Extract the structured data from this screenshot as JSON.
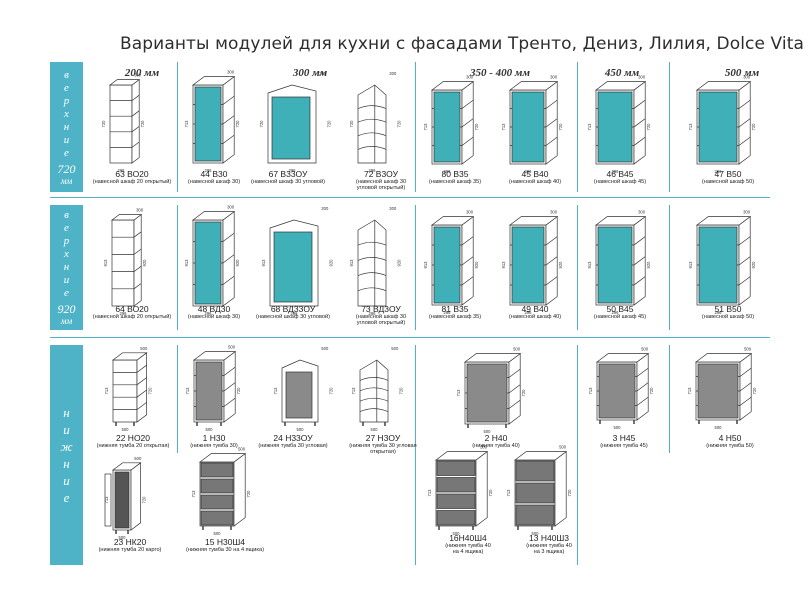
{
  "title": "Варианты модулей  для кухни с фасадами Тренто, Дениз, Лилия, Dolce Vita",
  "bands": {
    "upper720": {
      "letters": "в\nе\nр\nх\nн\nи\nе",
      "size": "720",
      "unit": "мм"
    },
    "upper920": {
      "letters": "в\nе\nр\nх\nн\nи\nе",
      "size": "920",
      "unit": "мм"
    },
    "lower": {
      "letters": "н\nи\nж\nн\nи\nе"
    }
  },
  "columns": [
    "200 мм",
    "300 мм",
    "350 - 400 мм",
    "450 мм",
    "500 мм"
  ],
  "items": {
    "i1": {
      "code": "63 ВО20",
      "desc": "(навесной шкаф 20 открытый)"
    },
    "i2": {
      "code": "44  В30",
      "desc": "(навесной шкаф 30)"
    },
    "i3": {
      "code": "67  В33ОУ",
      "desc": "(навесной шкаф 30 угловой)"
    },
    "i4": {
      "code": "72  В3ОУ",
      "desc": "(навесной шкаф 30\nугловой открытый)"
    },
    "i5": {
      "code": "80  В35",
      "desc": "(навесной шкаф 35)"
    },
    "i6": {
      "code": "45  В40",
      "desc": "(навесной шкаф 40)"
    },
    "i7": {
      "code": "46  В45",
      "desc": "(навесной шкаф 45)"
    },
    "i8": {
      "code": "47  В50",
      "desc": "(навесной шкаф 50)"
    },
    "i9": {
      "code": "64 ВО20",
      "desc": "(навесной шкаф 20 открытый)"
    },
    "i10": {
      "code": "48 ВД30",
      "desc": "(навесной шкаф 30)"
    },
    "i11": {
      "code": "68  ВД33ОУ",
      "desc": "(навесной шкаф 30 угловой)"
    },
    "i12": {
      "code": "73  ВД3ОУ",
      "desc": "(навесной шкаф 30\nугловой открытый)"
    },
    "i13": {
      "code": "81  В35",
      "desc": "(навесной шкаф 35)"
    },
    "i14": {
      "code": "49 В40",
      "desc": "(навесной шкаф 40)"
    },
    "i15": {
      "code": "50  В45",
      "desc": "(навесной шкаф 45)"
    },
    "i16": {
      "code": "51  В50",
      "desc": "(навесной шкаф 50)"
    },
    "i17": {
      "code": "22 НО20",
      "desc": "(нижняя тумба 20 открытая)"
    },
    "i18": {
      "code": "1 Н30",
      "desc": "(нижняя тумба 30)"
    },
    "i19": {
      "code": "24 Н33ОУ",
      "desc": "(нижняя тумба 30 угловая)"
    },
    "i20": {
      "code": "27 Н3ОУ",
      "desc": "(нижняя тумба 30 угловая\nоткрытая)"
    },
    "i21": {
      "code": "2 Н40",
      "desc": "(нижняя тумба 40)"
    },
    "i22": {
      "code": "3 Н45",
      "desc": "(нижняя тумба 45)"
    },
    "i23": {
      "code": "4 Н50",
      "desc": "(нижняя тумба 50)"
    },
    "i24": {
      "code": "23 НК20",
      "desc": "(нижняя тумба 20 карго)"
    },
    "i25": {
      "code": "15 Н30Ш4",
      "desc": "(нижняя тумба 30 на 4 ящика)"
    },
    "i26": {
      "code": "16Н40Ш4",
      "desc": "(нижняя тумба 40\nна 4 ящика)"
    },
    "i27": {
      "code": "13 Н40Ш3",
      "desc": "(нижняя тумба 40\nна 3 ящика)"
    }
  },
  "dims": {
    "h720": "720",
    "h713": "713",
    "h920": "920",
    "h913": "913",
    "d300": "300",
    "d500": "500",
    "w296": "296"
  },
  "colors": {
    "accent": "#4fb3c8",
    "door": "#3fb0b8",
    "door_grey": "#8a8a8a",
    "line": "#333333"
  }
}
